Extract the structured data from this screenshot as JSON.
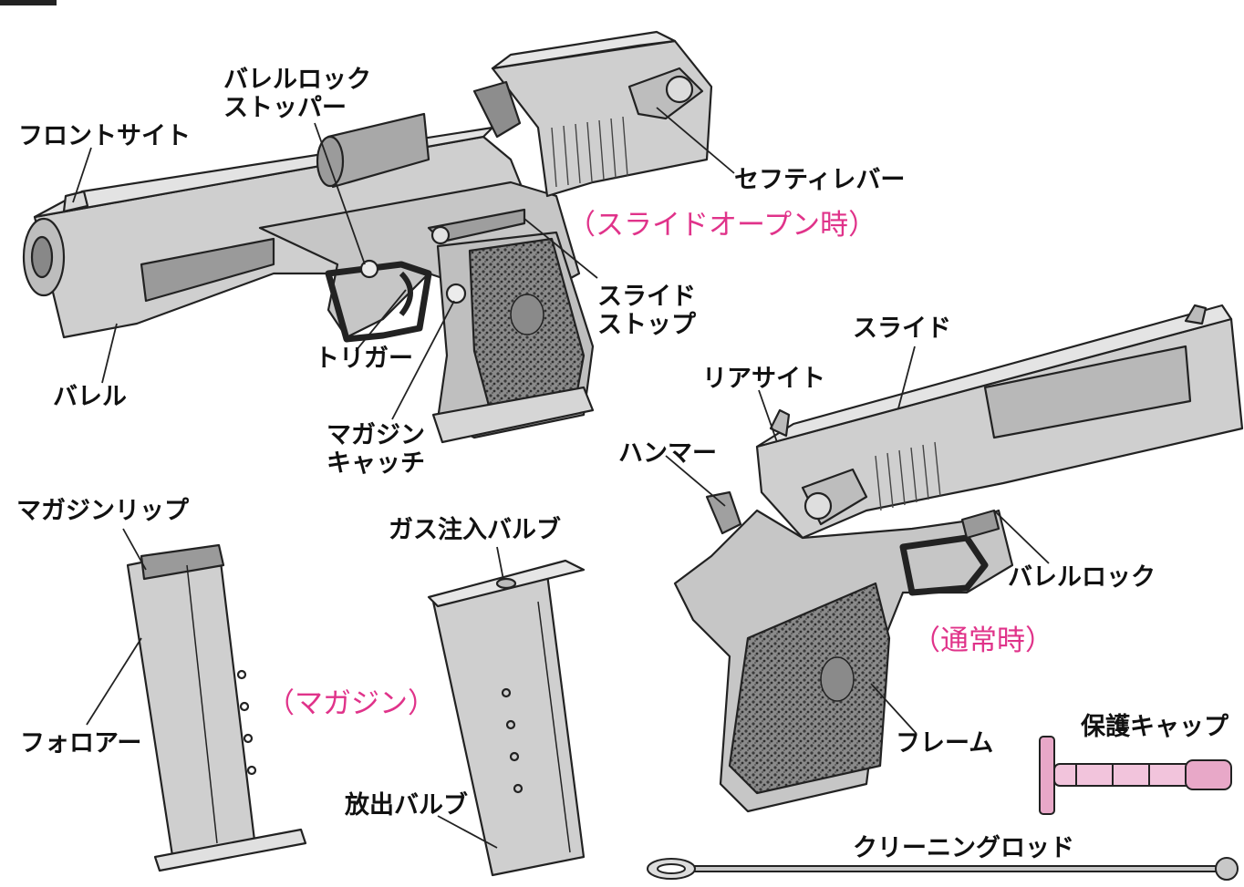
{
  "labels": {
    "front_sight": "フロントサイト",
    "barrel_lock_stopper": "バレルロック\nストッパー",
    "safety_lever": "セフティレバー",
    "slide_stop": "スライド\nストップ",
    "trigger": "トリガー",
    "barrel": "バレル",
    "magazine_catch": "マガジン\nキャッチ",
    "slide": "スライド",
    "rear_sight": "リアサイト",
    "hammer": "ハンマー",
    "barrel_lock": "バレルロック",
    "frame": "フレーム",
    "magazine_lip": "マガジンリップ",
    "gas_inlet_valve": "ガス注入バルブ",
    "follower": "フォロアー",
    "release_valve": "放出バルブ",
    "protective_cap": "保護キャップ",
    "cleaning_rod": "クリーニングロッド"
  },
  "captions": {
    "slide_open": "（スライドオープン時）",
    "normal": "（通常時）",
    "magazine": "（マガジン）"
  },
  "colors": {
    "caption": "#e0338a",
    "gun_fill": "#c9c9c9",
    "gun_dark": "#7a7a7a",
    "grip_texture": "#5a5a5a",
    "cap_pink": "#e8a8c8"
  }
}
